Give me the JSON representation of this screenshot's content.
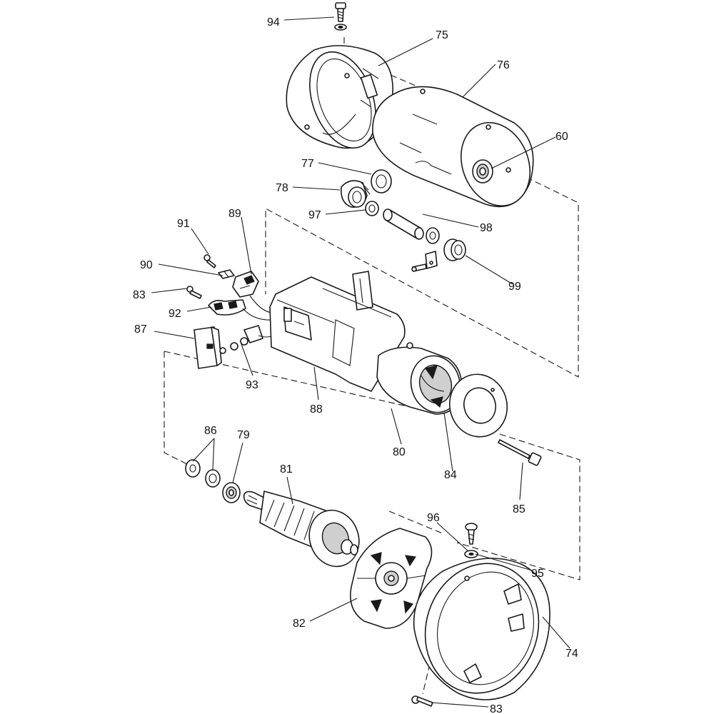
{
  "diagram": {
    "callouts": {
      "p94": "94",
      "p75": "75",
      "p76": "76",
      "p60": "60",
      "p77": "77",
      "p78": "78",
      "p97": "97",
      "p98": "98",
      "p99": "99",
      "p91": "91",
      "p89": "89",
      "p90": "90",
      "p83a": "83",
      "p92": "92",
      "p87": "87",
      "p93": "93",
      "p88": "88",
      "p80": "80",
      "p84": "84",
      "p85": "85",
      "p86": "86",
      "p79": "79",
      "p81": "81",
      "p96": "96",
      "p95": "95",
      "p82": "82",
      "p74": "74",
      "p83b": "83"
    }
  }
}
